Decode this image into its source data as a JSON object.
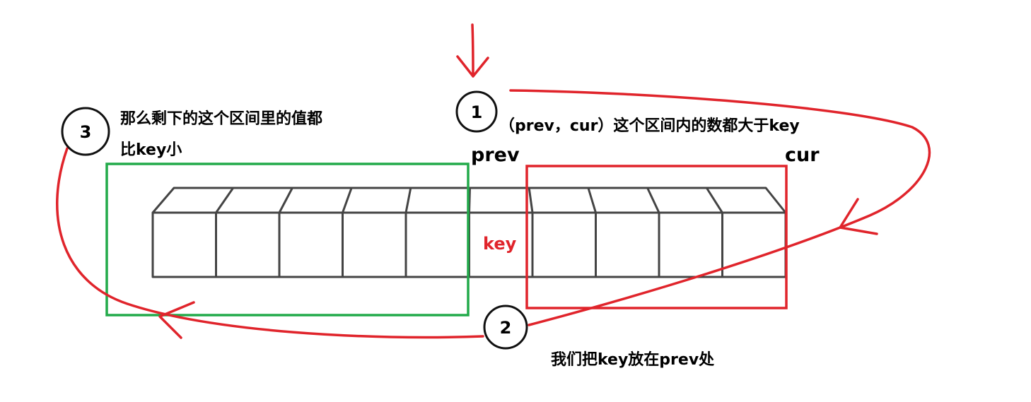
{
  "labels": {
    "prev": "prev",
    "cur": "cur",
    "key": "key"
  },
  "steps": [
    {
      "number": "1",
      "text_lines": [
        "（prev，cur）这个区间内的数都大于key"
      ]
    },
    {
      "number": "2",
      "text_lines": [
        "我们把key放在prev处"
      ]
    },
    {
      "number": "3",
      "text_lines": [
        "那么剩下的这个区间里的值都",
        "比key小"
      ]
    }
  ],
  "colors": {
    "arrow": "#e0242b",
    "left_region": "#22aa4a",
    "right_region": "#e0242b",
    "cells": "#444444",
    "key_text": "#e0242b"
  },
  "array_cells": 10
}
